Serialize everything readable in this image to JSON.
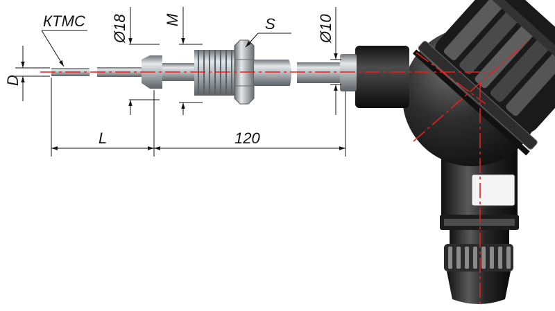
{
  "labels": {
    "ktmc": "КТМС",
    "d": "D",
    "dia18": "Ø18",
    "m": "M",
    "s": "S",
    "dia10": "Ø10",
    "l": "L",
    "len120": "120"
  },
  "colors": {
    "centerline": "#e52020",
    "head_body": "#1e1e1e",
    "metal": "#9ea3a7"
  }
}
